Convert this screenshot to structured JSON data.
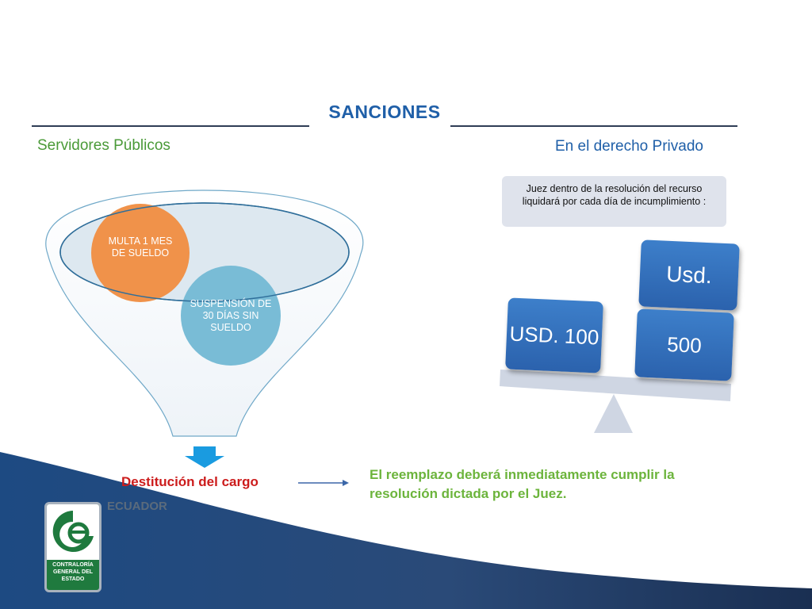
{
  "title": "SANCIONES",
  "left_section": {
    "heading": "Servidores Públicos",
    "circle_1": "MULTA 1 MES DE SUELDO",
    "circle_2": "SUSPENSIÓN DE 30 DÍAS SIN SUELDO",
    "outcome": "Destitución del cargo"
  },
  "right_section": {
    "heading": "En el derecho Privado",
    "note": "Juez dentro de la resolución  del recurso liquidará por cada día de incumplimiento :",
    "block_left": "USD. 100",
    "block_top_right": "Usd.",
    "block_bottom_right": "500"
  },
  "consequence": "El reemplazo deberá inmediatamente cumplir la resolución dictada por el Juez.",
  "logo": {
    "organization": "CONTRALORÍA GENERAL DEL ESTADO",
    "vertical_word": "ECUADOR"
  },
  "colors": {
    "title_blue": "#1f5fa8",
    "green_heading": "#4a9a38",
    "red_text": "#cc1c1c",
    "green_text": "#6cb43c",
    "orange_circle": "#f0924a",
    "teal_circle": "#79bcd6",
    "block_blue": "#2e6bb5",
    "footer_navy": "#1d3c6b"
  },
  "icons": [
    "down-arrow-icon",
    "right-arrow-icon",
    "seesaw-fulcrum-icon",
    "contraloria-logo-icon"
  ]
}
